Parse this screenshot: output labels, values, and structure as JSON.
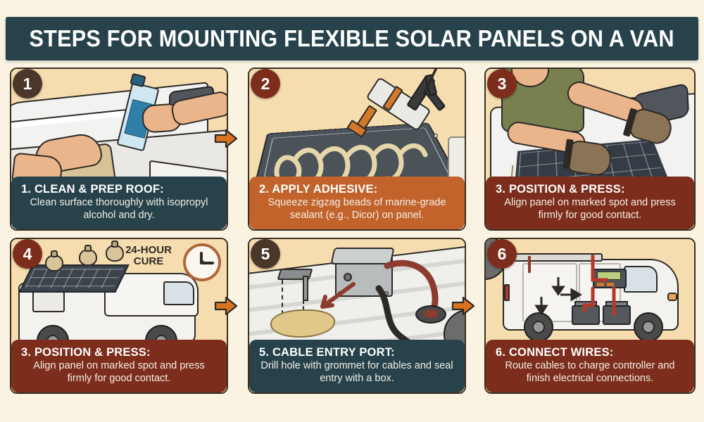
{
  "infographic": {
    "title": "STEPS FOR MOUNTING FLEXIBLE SOLAR PANELS ON A VAN",
    "background_color": "#faf3e2",
    "title_bar_color": "#27424a",
    "arrow_color": "#d9731f",
    "panel_background_color": "#f6ddb0",
    "panel_border_color": "#3a2f22"
  },
  "steps": [
    {
      "number": "1",
      "badge_color": "#4a372a",
      "caption_color": "#27424a",
      "title": "1. CLEAN & PREP ROOF:",
      "body": "Clean surface thoroughly with isopropyl alcohol and dry.",
      "illustration": "hand-wiping-van-roof-with-cloth-and-isopropyl-alcohol-bottle"
    },
    {
      "number": "2",
      "badge_color": "#7d2d1c",
      "caption_color": "#c1632b",
      "title": "2. APPLY ADHESIVE:",
      "body": "Squeeze zigzag beads of marine-grade sealant (e.g., Dicor) on panel.",
      "illustration": "caulk-gun-applying-zigzag-sealant-beads-on-solar-panel"
    },
    {
      "number": "3",
      "badge_color": "#7d2d1c",
      "caption_color": "#7d2d1c",
      "title": "3. POSITION & PRESS:",
      "body": "Align panel on marked spot and press firmly for good contact.",
      "illustration": "person-in-gloves-pressing-solar-panel-onto-van-roof"
    },
    {
      "number": "4",
      "badge_color": "#7d2d1c",
      "caption_color": "#7d2d1c",
      "title": "3. POSITION & PRESS:",
      "body": "Align panel on marked spot and press firmly for good contact.",
      "illustration": "van-with-weighted-sandbags-on-panel-and-24-hour-cure-clock",
      "overlay_label_line1": "24-HOUR",
      "overlay_label_line2": "CURE"
    },
    {
      "number": "5",
      "badge_color": "#4a372a",
      "caption_color": "#27424a",
      "title": "5. CABLE ENTRY PORT:",
      "body": "Drill hole with grommet for cables and seal entry with a box.",
      "illustration": "roof-junction-box-with-grommet-drill-and-sealant"
    },
    {
      "number": "6",
      "badge_color": "#7d2d1c",
      "caption_color": "#7d2d1c",
      "title": "6. CONNECT WIRES:",
      "body": "Route cables to charge controller and finish electrical connections.",
      "illustration": "van-cutaway-showing-charge-controller-and-batteries-wiring"
    }
  ],
  "arrows": [
    {
      "name": "arrow-step1-to-step2"
    },
    {
      "name": "arrow-step2-to-step3"
    },
    {
      "name": "arrow-step4-to-step5"
    },
    {
      "name": "arrow-step5-to-step6"
    }
  ]
}
